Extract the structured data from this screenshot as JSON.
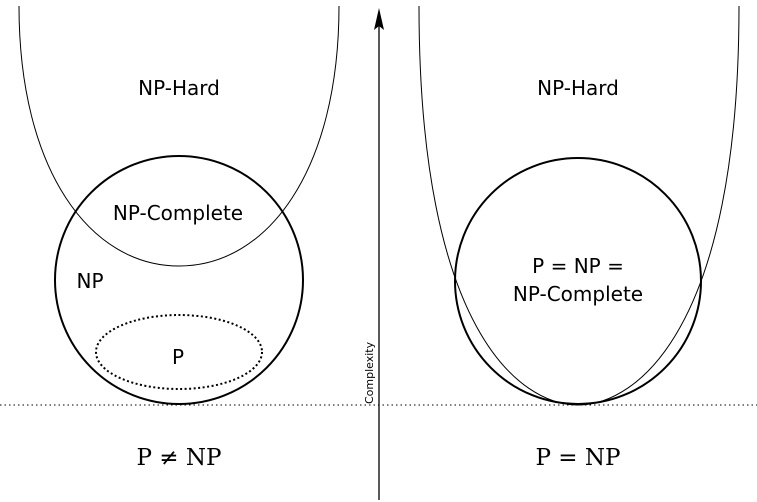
{
  "left_panel": {
    "np_hard_label": "NP-Hard",
    "np_complete_label": "NP-Complete",
    "np_label": "NP",
    "p_label": "P",
    "caption": "P ≠ NP"
  },
  "right_panel": {
    "np_hard_label": "NP-Hard",
    "merged_label_line1": "P = NP =",
    "merged_label_line2": "NP-Complete",
    "caption": "P = NP"
  },
  "axis": {
    "label": "Complexity"
  },
  "colors": {
    "stroke": "#000000",
    "background": "#ffffff"
  }
}
